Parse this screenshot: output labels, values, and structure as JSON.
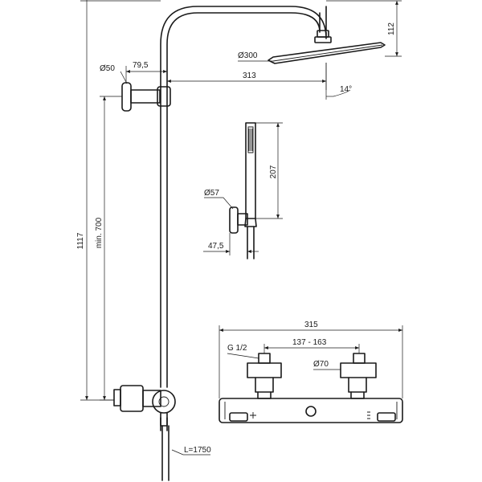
{
  "dimensions": {
    "total_height": "1117",
    "min_height": "min. 700",
    "wall_bracket_diameter": "Ø50",
    "wall_bracket_offset": "79,5",
    "arm_reach": "313",
    "head_diameter": "Ø300",
    "head_drop": "112",
    "tilt_angle": "14°",
    "hand_shower_length": "207",
    "hand_holder_diameter": "Ø57",
    "hand_holder_offset": "47,5",
    "valve_width": "315",
    "inlet_centers": "137 - 163",
    "inlet_thread": "G 1/2",
    "escutcheon_diameter": "Ø70",
    "hose_length": "L=1750"
  }
}
